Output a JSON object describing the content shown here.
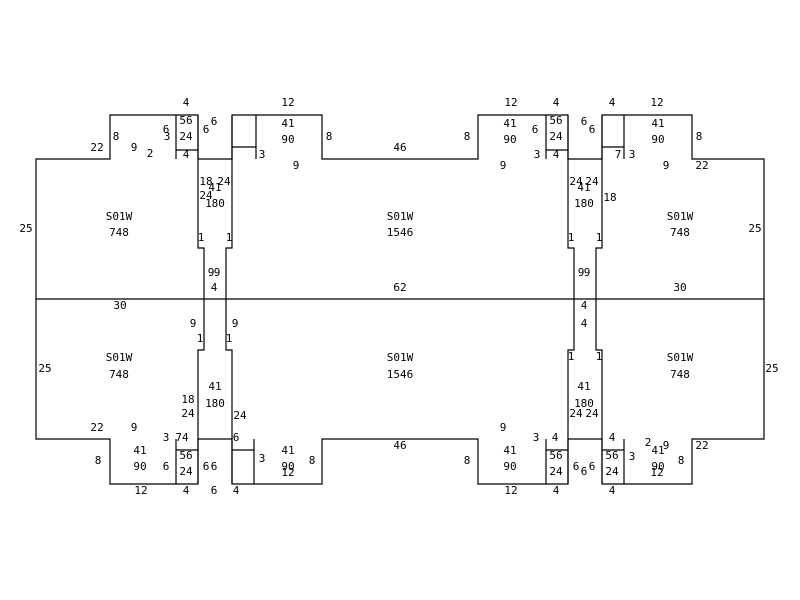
{
  "rooms": [
    {
      "name": "S01W",
      "area": "748"
    },
    {
      "name": "S01W",
      "area": "1546"
    },
    {
      "name": "S01W",
      "area": "748"
    },
    {
      "name": "S01W",
      "area": "748"
    },
    {
      "name": "S01W",
      "area": "1546"
    },
    {
      "name": "S01W",
      "area": "748"
    }
  ],
  "dims": {
    "top_left": [
      "4",
      "12",
      "8",
      "22",
      "9",
      "2",
      "6",
      "3",
      "24",
      "4",
      "6",
      "6",
      "56",
      "41",
      "90",
      "8",
      "3",
      "9"
    ],
    "top_center": [
      "46"
    ],
    "top_right": [
      "12",
      "4",
      "4",
      "12",
      "8",
      "41",
      "90",
      "6",
      "9",
      "3",
      "6",
      "6",
      "56",
      "24",
      "4",
      "7",
      "3",
      "41",
      "90",
      "8",
      "9",
      "22"
    ],
    "middle": [
      "25",
      "30",
      "62",
      "30",
      "25",
      "4",
      "4",
      "9",
      "9",
      "1",
      "1"
    ],
    "bottom_left": [
      "22",
      "9",
      "3",
      "74",
      "8",
      "41",
      "90",
      "56",
      "24",
      "6",
      "6",
      "6",
      "12",
      "4",
      "6",
      "4",
      "3",
      "41",
      "90",
      "12",
      "8"
    ],
    "bottom_center": [
      "46"
    ],
    "bottom_right": [
      "9",
      "3",
      "4",
      "8",
      "41",
      "90",
      "56",
      "24",
      "6",
      "6",
      "12",
      "4",
      "4",
      "4",
      "2",
      "9",
      "22",
      "41",
      "90",
      "12",
      "8",
      "56",
      "24",
      "3",
      "6"
    ],
    "vertical_shafts": [
      "18",
      "24",
      "24",
      "41",
      "180",
      "1",
      "1",
      "9",
      "9",
      "41",
      "180",
      "18",
      "24",
      "24",
      "1",
      "1"
    ]
  }
}
